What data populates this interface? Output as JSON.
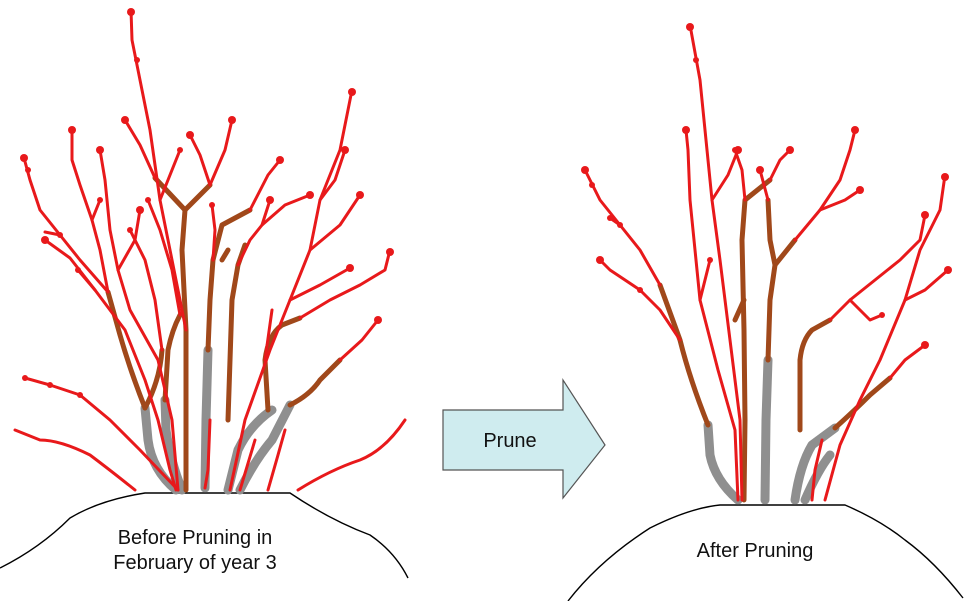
{
  "captions": {
    "before_line1": "Before Pruning in",
    "before_line2": "February of year 3",
    "after": "After Pruning"
  },
  "arrow": {
    "label": "Prune",
    "fill": "#cfecef",
    "stroke": "#555555"
  },
  "colors": {
    "one_year_shoot": "#e8191b",
    "two_year_wood": "#a0481a",
    "three_year_wood": "#8f8f8f",
    "mound_outline": "#000000"
  }
}
